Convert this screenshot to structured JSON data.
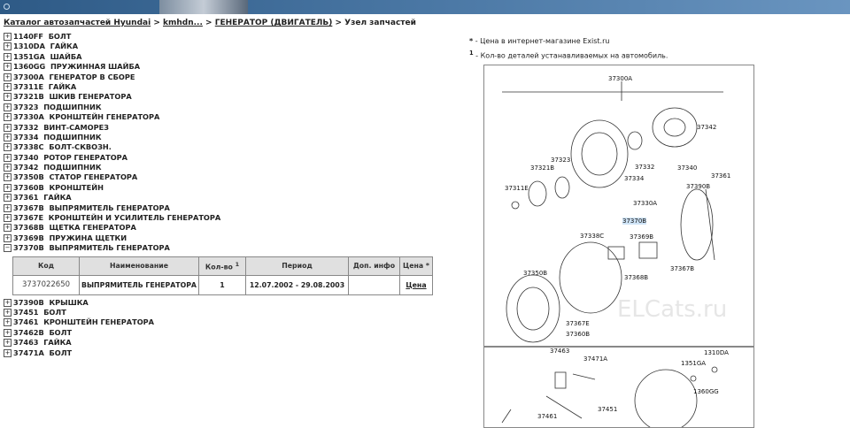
{
  "breadcrumb": {
    "catalog": "Каталог автозапчастей Hyundai",
    "model": "kmhdn...",
    "group": "ГЕНЕРАТОР (ДВИГАТЕЛЬ)",
    "current": "Узел запчастей",
    "sep": ">"
  },
  "items_before": [
    {
      "code": "1140FF",
      "name": "БОЛТ"
    },
    {
      "code": "1310DA",
      "name": "ГАЙКА"
    },
    {
      "code": "1351GA",
      "name": "ШАЙБА"
    },
    {
      "code": "1360GG",
      "name": "ПРУЖИННАЯ ШАЙБА"
    },
    {
      "code": "37300A",
      "name": "ГЕНЕРАТОР В СБОРЕ"
    },
    {
      "code": "37311E",
      "name": "ГАЙКА"
    },
    {
      "code": "37321B",
      "name": "ШКИВ ГЕНЕРАТОРА"
    },
    {
      "code": "37323",
      "name": "ПОДШИПНИК"
    },
    {
      "code": "37330A",
      "name": "КРОНШТЕЙН ГЕНЕРАТОРА"
    },
    {
      "code": "37332",
      "name": "ВИНТ-САМОРЕЗ"
    },
    {
      "code": "37334",
      "name": "ПОДШИПНИК"
    },
    {
      "code": "37338C",
      "name": "БОЛТ-СКВОЗН."
    },
    {
      "code": "37340",
      "name": "РОТОР ГЕНЕРАТОРА"
    },
    {
      "code": "37342",
      "name": "ПОДШИПНИК"
    },
    {
      "code": "37350B",
      "name": "СТАТОР ГЕНЕРАТОРА"
    },
    {
      "code": "37360B",
      "name": "КРОНШТЕЙН"
    },
    {
      "code": "37361",
      "name": "ГАЙКА"
    },
    {
      "code": "37367B",
      "name": "ВЫПРЯМИТЕЛЬ ГЕНЕРАТОРА"
    },
    {
      "code": "37367E",
      "name": "КРОНШТЕЙН И УСИЛИТЕЛЬ ГЕНЕРАТОРА"
    },
    {
      "code": "37368B",
      "name": "ЩЕТКА ГЕНЕРАТОРА"
    },
    {
      "code": "37369B",
      "name": "ПРУЖИНА ЩЕТКИ"
    }
  ],
  "expanded": {
    "code": "37370B",
    "name": "ВЫПРЯМИТЕЛЬ ГЕНЕРАТОРА",
    "headers": {
      "code": "Код",
      "name": "Наименование",
      "qty": "Кол-во",
      "qty_sup": "1",
      "period": "Период",
      "info": "Доп. инфо",
      "price": "Цена *"
    },
    "row": {
      "code": "3737022650",
      "name": "ВЫПРЯМИТЕЛЬ ГЕНЕРАТОРА",
      "qty": "1",
      "period": "12.07.2002 - 29.08.2003",
      "info": "",
      "price": "Цена"
    }
  },
  "items_after": [
    {
      "code": "37390B",
      "name": "КРЫШКА"
    },
    {
      "code": "37451",
      "name": "БОЛТ"
    },
    {
      "code": "37461",
      "name": "КРОНШТЕЙН ГЕНЕРАТОРА"
    },
    {
      "code": "37462B",
      "name": "БОЛТ"
    },
    {
      "code": "37463",
      "name": "ГАЙКА"
    },
    {
      "code": "37471A",
      "name": "БОЛТ"
    }
  ],
  "notes": {
    "star": "*",
    "star_text": " - Цена в интернет-магазине Exist.ru",
    "one": "1",
    "one_text": " - Кол-во деталей устанавливаемых на автомобиль."
  },
  "diagram_labels": [
    "37300A",
    "37342",
    "37323",
    "37332",
    "37321B",
    "37340",
    "37361",
    "37311E",
    "37334",
    "37390B",
    "37330A",
    "37370B",
    "37338C",
    "37369B",
    "37350B",
    "37368B",
    "37367B",
    "37367E",
    "37360B"
  ],
  "diagram2_labels": [
    "37463",
    "37471A",
    "1310DA",
    "1351GA",
    "1360GG",
    "37451",
    "37461"
  ],
  "watermark": "ELCats.ru"
}
